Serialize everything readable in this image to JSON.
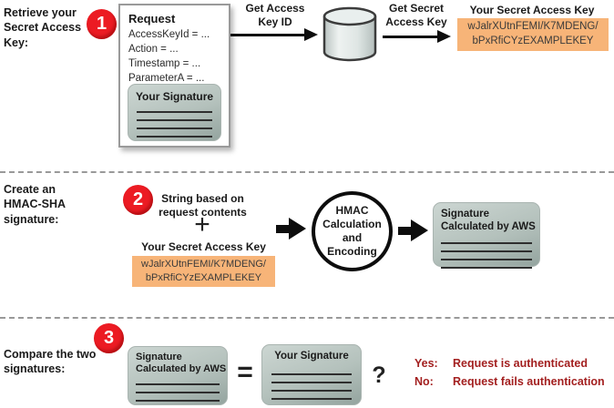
{
  "colors": {
    "badge": "#EC1B23",
    "orange": "#F7B478",
    "red_text": "#A32020"
  },
  "step1": {
    "badge": "1",
    "heading": "Retrieve your\nSecret Access\nKey:",
    "request": {
      "title": "Request",
      "fields": [
        "AccessKeyId = ...",
        "Action = ...",
        "Timestamp = ...",
        "ParameterA = ..."
      ],
      "signature_card_title": "Your Signature"
    },
    "arrow_get_access_key_id": "Get Access\nKey ID",
    "arrow_get_secret_access_key": "Get Secret\nAccess Key",
    "secret_key": {
      "label": "Your Secret Access Key",
      "value": "wJalrXUtnFEMI/K7MDENG/\nbPxRfiCYzEXAMPLEKEY"
    }
  },
  "step2": {
    "badge": "2",
    "heading": "Create an\nHMAC-SHA\nsignature:",
    "string_label": "String based on\nrequest contents",
    "plus_sign": "+",
    "secret_key": {
      "label": "Your Secret Access Key",
      "value": "wJalrXUtnFEMI/K7MDENG/\nbPxRfiCYzEXAMPLEKEY"
    },
    "hmac_label": "HMAC\nCalculation\nand\nEncoding",
    "aws_signature_card_title": "Signature\nCalculated by AWS"
  },
  "step3": {
    "badge": "3",
    "heading": "Compare the two\nsignatures:",
    "aws_signature_card_title": "Signature\nCalculated by AWS",
    "your_signature_card_title": "Your Signature",
    "equals_sign": "=",
    "question_mark": "?",
    "yes_label": "Yes:",
    "yes_text": "Request is authenticated",
    "no_label": "No:",
    "no_text": "Request fails authentication"
  }
}
